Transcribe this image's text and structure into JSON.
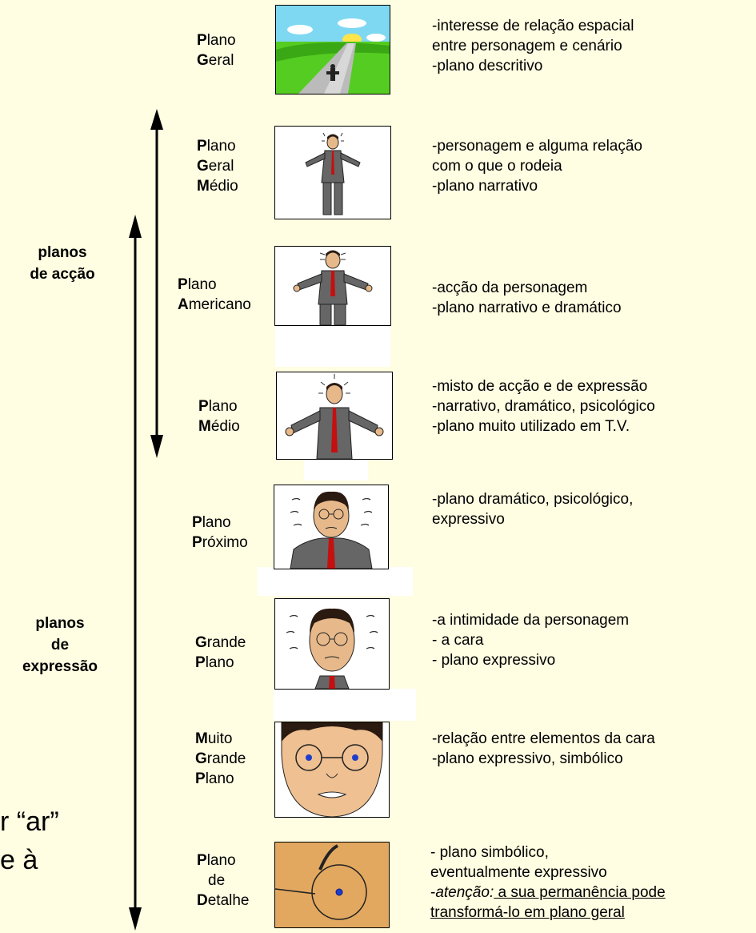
{
  "categories": {
    "action": {
      "line1": "planos",
      "line2": "de acção"
    },
    "expression": {
      "line1": "planos",
      "line2": "de",
      "line3": "expressão"
    }
  },
  "shots": [
    {
      "parts": [
        [
          "P",
          "lano"
        ],
        [
          "G",
          "eral"
        ]
      ],
      "desc": [
        "-interesse de relação espacial",
        "entre personagem e cenário",
        "-plano descritivo"
      ],
      "icon": "landscape-road-figure-icon"
    },
    {
      "parts": [
        [
          "P",
          "lano"
        ],
        [
          "G",
          "eral"
        ],
        [
          "M",
          "édio"
        ]
      ],
      "desc": [
        "-personagem e alguma relação",
        " com o que o rodeia",
        "-plano narrativo"
      ],
      "icon": "full-figure-man-icon"
    },
    {
      "parts": [
        [
          "P",
          "lano"
        ],
        [
          "A",
          "mericano"
        ]
      ],
      "desc": [
        "-acção da personagem",
        "-plano narrativo e dramático"
      ],
      "icon": "knee-up-man-icon"
    },
    {
      "parts": [
        [
          "P",
          "lano"
        ],
        [
          "M",
          "édio"
        ]
      ],
      "desc": [
        "-misto de acção e de expressão",
        "-narrativo, dramático, psicológico",
        "-plano muito utilizado em T.V."
      ],
      "icon": "waist-up-man-icon"
    },
    {
      "parts": [
        [
          "P",
          "lano"
        ],
        [
          "P",
          "róximo"
        ]
      ],
      "desc": [
        "-plano dramático, psicológico,",
        " expressivo"
      ],
      "icon": "chest-up-man-icon"
    },
    {
      "parts": [
        [
          "G",
          "rande"
        ],
        [
          "P",
          "lano"
        ]
      ],
      "desc": [
        "-a intimidade da personagem",
        "- a cara",
        "- plano expressivo"
      ],
      "icon": "face-closeup-icon"
    },
    {
      "parts": [
        [
          "M",
          "uito"
        ],
        [
          "G",
          "rande"
        ],
        [
          "P",
          "lano"
        ]
      ],
      "desc": [
        "-relação entre elementos da cara",
        "-plano expressivo, simbólico"
      ],
      "icon": "extreme-face-closeup-icon"
    },
    {
      "parts": [
        [
          "P",
          "lano"
        ],
        [
          "",
          "de"
        ],
        [
          "D",
          "etalhe"
        ]
      ],
      "desc": [
        "- plano simbólico,",
        "  eventualmente expressivo",
        "-",
        "atenção:",
        " a sua permanência pode ",
        "  transformá-lo em plano geral"
      ],
      "icon": "eye-detail-icon"
    }
  ],
  "side_text": {
    "line1": "r “ar”",
    "line2": "e à"
  },
  "colors": {
    "background": "#fffde2",
    "arrow": "#000000",
    "iris": "#1f3dcc",
    "detail_bg": "#e2a860"
  }
}
